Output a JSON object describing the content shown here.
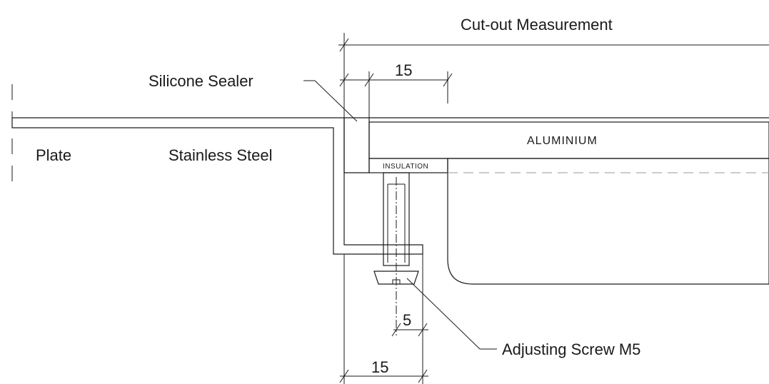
{
  "labels": {
    "cutout": "Cut-out Measurement",
    "silicone": "Silicone Sealer",
    "plate": "Plate",
    "steel": "Stainless Steel",
    "aluminium": "ALUMINIUM",
    "insulation": "INSULATION",
    "screw": "Adjusting Screw M5"
  },
  "dimensions": {
    "top_width": "15",
    "bottom_width": "15",
    "screw_offset": "5"
  },
  "colors": {
    "steel": "#d4d4d4",
    "aluminium": "#dcdcdc",
    "sealer": "#8a8a8a",
    "insulation": "#c4c4c4",
    "basin": "#eef0f0",
    "line": "#1a1a1a"
  }
}
